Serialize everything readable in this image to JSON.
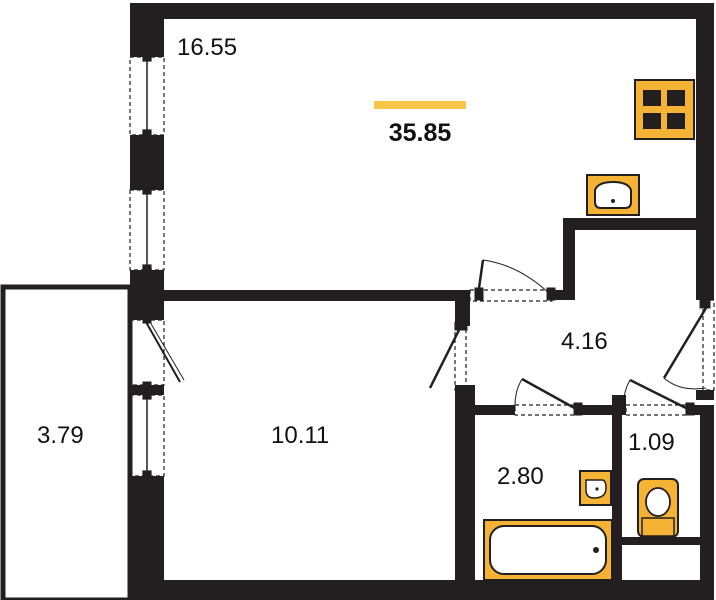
{
  "plan": {
    "total_area": "35.85",
    "rooms": {
      "living_room": "16.55",
      "bedroom": "10.11",
      "balcony": "3.79",
      "hallway": "4.16",
      "bathroom": "2.80",
      "toilet": "1.09"
    }
  },
  "colors": {
    "wall": "#231f20",
    "fixture": "#f5b335",
    "background": "#ffffff",
    "accent_bar": "#f7c547"
  },
  "icons": [
    "stove-icon",
    "kitchen-sink-icon",
    "bathtub-icon",
    "bathroom-sink-icon",
    "toilet-icon",
    "door-icon",
    "window-icon"
  ]
}
